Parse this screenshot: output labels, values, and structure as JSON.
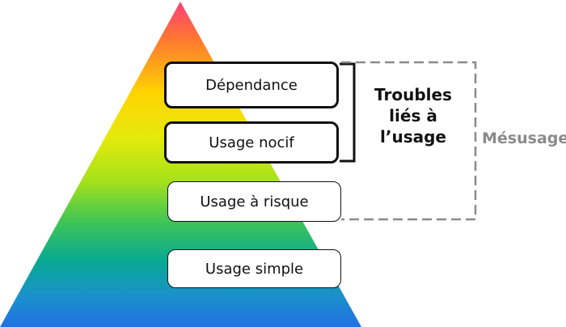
{
  "levels": [
    {
      "label": "Dépendance"
    },
    {
      "label": "Usage nocif"
    },
    {
      "label": "Usage à risque"
    },
    {
      "label": "Usage simple"
    }
  ],
  "groups": {
    "troubles": {
      "line1": "Troubles",
      "line2": "liés à",
      "line3": "l’usage",
      "color": "#111111"
    },
    "mesusage": {
      "label": "Mésusage",
      "color": "#8a8a8a"
    }
  },
  "pyramid_gradient": [
    "#ff4f6a",
    "#ffb800",
    "#f5e600",
    "#9ee81a",
    "#3fc25a",
    "#0aa39c",
    "#1e7fe0"
  ]
}
